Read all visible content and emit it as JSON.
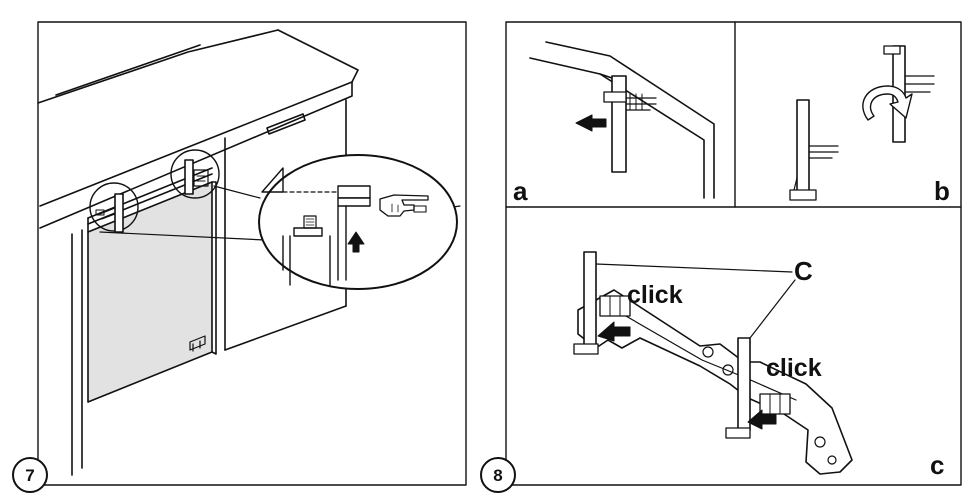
{
  "figure7": {
    "number": "7"
  },
  "figure8": {
    "number": "8",
    "panels": {
      "a": "a",
      "b": "b",
      "c": "c"
    },
    "callout_letter": "C",
    "click_label_1": "click",
    "click_label_2": "click"
  },
  "colors": {
    "line": "#111111",
    "door_fill": "#e2e2e2",
    "arrow_fill": "#111111",
    "detail_bg": "#ffffff"
  }
}
